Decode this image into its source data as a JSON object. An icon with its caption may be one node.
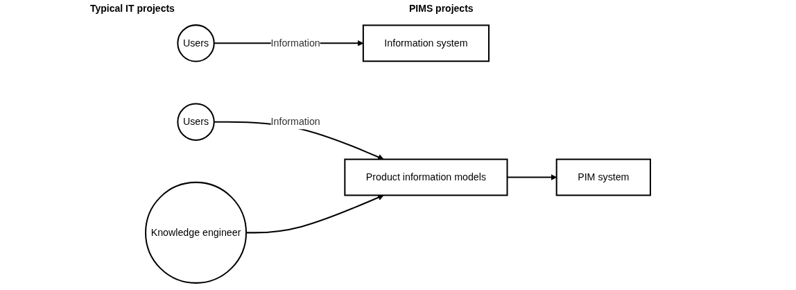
{
  "diagram": {
    "nodes": [
      {
        "text": [
          "Users"
        ]
      },
      {
        "text": [
          "Information system"
        ]
      },
      {
        "text": [
          "Users"
        ]
      },
      {
        "text": [
          "Product information models"
        ]
      },
      {
        "text": [
          "PIM system"
        ]
      },
      {
        "text": [
          "Knowledge engineer"
        ]
      }
    ],
    "edges": [
      {
        "from": 0,
        "to": 1,
        "arrow": "to",
        "label": "Information"
      },
      {
        "from": 2,
        "to": 3,
        "arrow": "to",
        "label": "Information"
      },
      {
        "from": 3,
        "to": 4,
        "arrow": "to"
      },
      {
        "from": 5,
        "to": 3,
        "arrow": "to"
      }
    ],
    "labels": [
      "Typical IT projects",
      "PIMS projects"
    ]
  }
}
